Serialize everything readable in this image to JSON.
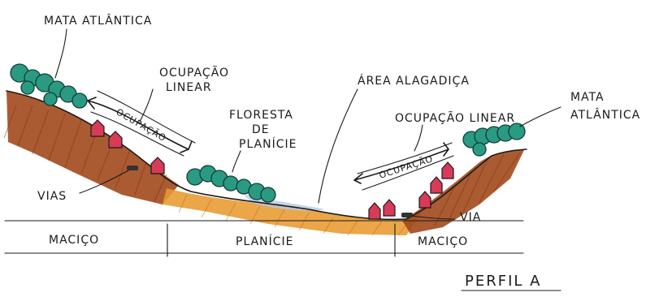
{
  "labels": {
    "mata_atlantica_left": "MATA ATLÂNTICA",
    "ocupacao_linear_left": [
      "OCUPAÇÃO",
      "LINEAR"
    ],
    "ocupacao_arrow_left": "OCUPAÇÃO",
    "floresta_planicie": [
      "FLORESTA",
      "DE",
      "PLANÍCIE"
    ],
    "area_alagadica": "ÁREA ALAGADIÇA",
    "ocupacao_linear_right": "OCUPAÇÃO LINEAR",
    "ocupacao_arrow_right": "OCUPAÇÃO",
    "mata_atlantica_right": [
      "MATA",
      "ATLÂNTICA"
    ],
    "vias": "VIAS",
    "via": "VIA"
  },
  "zones": {
    "macico_left": "MACIÇO",
    "planicie": "PLANÍCIE",
    "macico_right": "MACIÇO"
  },
  "profile_title": "PERFIL A",
  "colors": {
    "massif_soil": "#a2491c",
    "plain_soil": "#e79a2f",
    "tree_green": "#2a9a83",
    "tree_outline": "#0f3f36",
    "house_red": "#d83a58",
    "wetland_water": "#b8c8e4",
    "ink": "#1a1a1a"
  }
}
